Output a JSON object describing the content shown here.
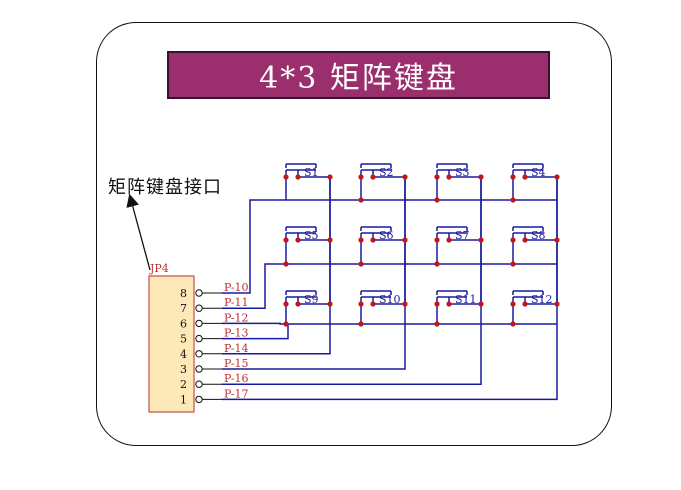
{
  "title": "4*3 矩阵键盘",
  "interface_label": "矩阵键盘接口",
  "connector": {
    "name": "JP4",
    "pins": [
      {
        "num": "8",
        "net": "P-10"
      },
      {
        "num": "7",
        "net": "P-11"
      },
      {
        "num": "6",
        "net": "P-12"
      },
      {
        "num": "5",
        "net": "P-13"
      },
      {
        "num": "4",
        "net": "P-14"
      },
      {
        "num": "3",
        "net": "P-15"
      },
      {
        "num": "2",
        "net": "P-16"
      },
      {
        "num": "1",
        "net": "P-17"
      }
    ]
  },
  "switches": [
    [
      "S1",
      "S2",
      "S3",
      "S4"
    ],
    [
      "S5",
      "S6",
      "S7",
      "S8"
    ],
    [
      "S9",
      "S10",
      "S11",
      "S12"
    ]
  ],
  "colors": {
    "title_bg": "#9b2f6e",
    "wire": "#1a1aa0",
    "junction": "#c01818",
    "net_label": "#c03030",
    "connector_fill": "#fde9b8",
    "connector_border": "#c0504d"
  }
}
